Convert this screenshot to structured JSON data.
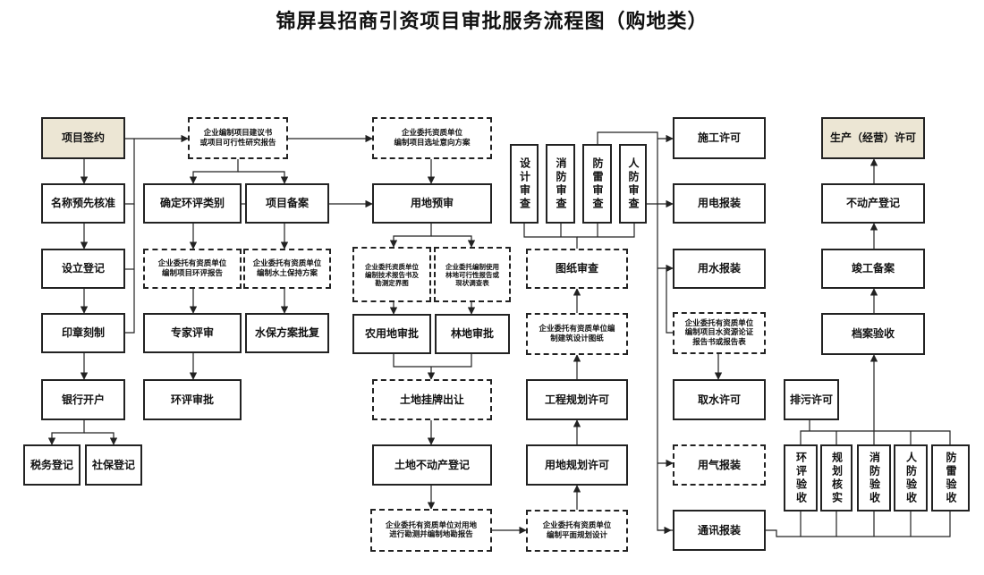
{
  "title": "锦屏县招商引资项目审批服务流程图（购地类）",
  "nodes": {
    "xmqy": "项目签约",
    "mcys": "名称预先核准",
    "sldj": "设立登记",
    "yzkz": "印章刻制",
    "yhkh": "银行开户",
    "swdj": "税务登记",
    "sbdj": "社保登记",
    "jyys": "企业编制项目建议书\n或项目可行性研究报告",
    "qdhp": "确定环评类别",
    "xmba": "项目备案",
    "hpbg": "企业委托有资质单位\n编制项目环评报告",
    "sbfa": "企业委托有资质单位\n编制水土保持方案",
    "zjps": "专家评审",
    "sbpf": "水保方案批复",
    "hpsp": "环评审批",
    "xzyx": "企业委托资质单位\n编制项目选址意向方案",
    "ydys": "用地预审",
    "kjbg": "企业委托资质单位\n编制技术报告书及\n勘测定界图",
    "lddc": "企业委托编制使用\n林地可行性报告或\n现状调查表",
    "nysp": "农用地审批",
    "ldsp": "林地审批",
    "tdgp": "土地挂牌出让",
    "tddj": "土地不动产登记",
    "kcbz": "企业委托有资质单位对用地\n进行勘测并编制地勘报告",
    "sjsc": "设计审查",
    "xfsc": "消防审查",
    "flsc": "防雷审查",
    "rfsc": "人防审查",
    "tzsc": "图纸审查",
    "jztz": "企业委托有资质单位编\n制建筑设计图纸",
    "gcgh": "工程规划许可",
    "ydgh": "用地规划许可",
    "pmgh": "企业委托有资质单位\n编制平面规划设计",
    "sgxk": "施工许可",
    "ydbz": "用电报装",
    "ysbz": "用水报装",
    "szyb": "企业委托有资质单位\n编制项目水资源论证\n报告书或报告表",
    "qsxk": "取水许可",
    "yqbz": "用气报装",
    "txbz": "通讯报装",
    "scxk": "生产（经营）许可",
    "bdcd": "不动产登记",
    "jgba": "竣工备案",
    "daxs": "档案验收",
    "pwxk": "排污许可",
    "hpys": "环评验收",
    "ghhs": "规划核实",
    "xfys": "消防验收",
    "rfys": "人防验收",
    "flys": "防雷验收"
  }
}
